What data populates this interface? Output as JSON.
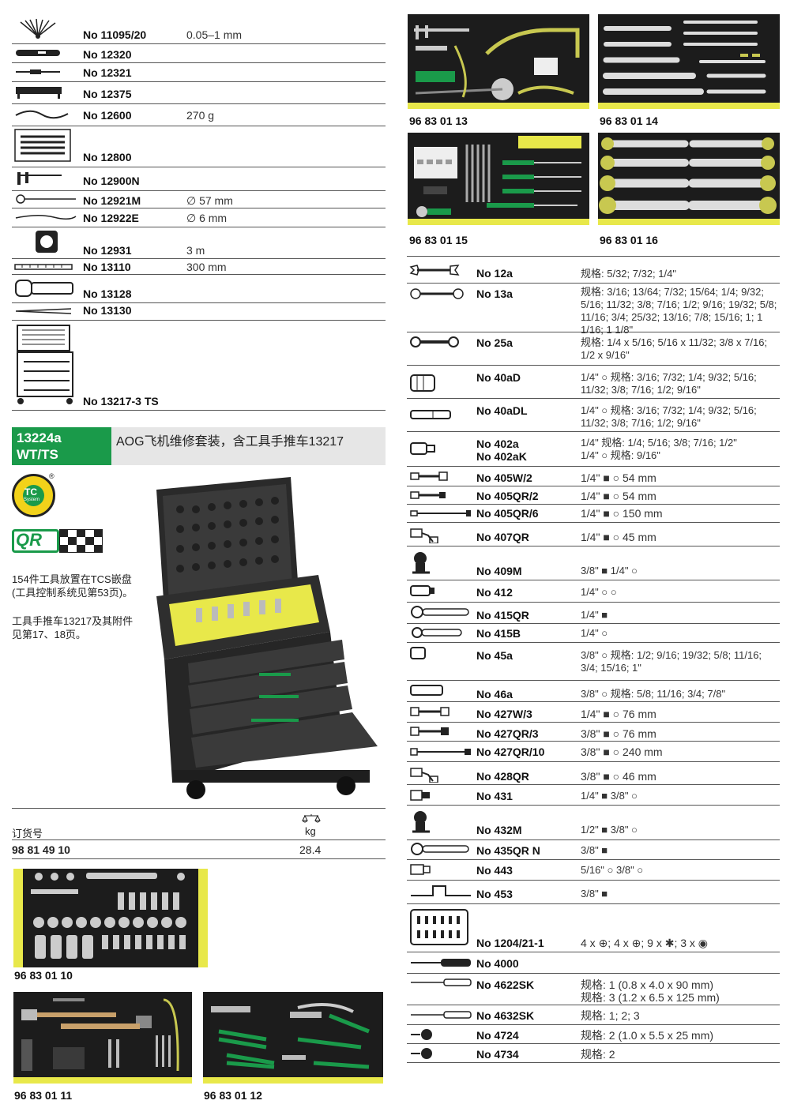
{
  "left_list": [
    {
      "no": "No 11095/20",
      "val": "0.05–1 mm"
    },
    {
      "no": "No 12320",
      "val": ""
    },
    {
      "no": "No 12321",
      "val": ""
    },
    {
      "no": "No 12375",
      "val": ""
    },
    {
      "no": "No 12600",
      "val": "270 g"
    },
    {
      "no": "No 12800",
      "val": ""
    },
    {
      "no": "No 12900N",
      "val": ""
    },
    {
      "no": "No 12921M",
      "val": "∅ 57 mm"
    },
    {
      "no": "No 12922E",
      "val": "∅ 6 mm"
    },
    {
      "no": "No 12931",
      "val": "3 m"
    },
    {
      "no": "No 13110",
      "val": "300 mm"
    },
    {
      "no": "No 13128",
      "val": ""
    },
    {
      "no": "No 13130",
      "val": ""
    },
    {
      "no": "No 13217-3 TS",
      "val": ""
    }
  ],
  "product": {
    "code": "13224a\nWT/TS",
    "code_line1": "13224a",
    "code_line2": "WT/TS",
    "title": "AOG飞机维修套装，含工具手推车13217",
    "desc1": "154件工具放置在TCS嵌盘(工具控制系统见第53页)。",
    "desc2": "工具手推车13217及其附件见第17、18页。",
    "tc_logo_text": "TC",
    "tc_logo_sub": "System",
    "qr_logo_text": "QR",
    "order_label": "订货号",
    "weight_unit": "kg",
    "order_no": "98 81 49 10",
    "weight": "28.4"
  },
  "insert_captions": {
    "c10": "96 83 01 10",
    "c11": "96 83 01 11",
    "c12": "96 83 01 12",
    "c13": "96 83 01 13",
    "c14": "96 83 01 14",
    "c15": "96 83 01 15",
    "c16": "96 83 01 16"
  },
  "right_list": [
    {
      "no": "No 12a",
      "spec": "规格: 5/32; 7/32; 1/4\""
    },
    {
      "no": "No 13a",
      "spec": "规格: 3/16; 13/64; 7/32; 15/64; 1/4; 9/32; 5/16; 11/32; 3/8; 7/16; 1/2; 9/16; 19/32; 5/8; 11/16; 3/4; 25/32; 13/16; 7/8; 15/16; 1; 1 1/16; 1 1/8\""
    },
    {
      "no": "No 25a",
      "spec": "规格: 1/4 x 5/16; 5/16 x 11/32; 3/8 x 7/16; 1/2 x 9/16\""
    },
    {
      "no": "No 40aD",
      "spec": "1/4\" ○ 规格: 3/16; 7/32; 1/4; 9/32; 5/16; 11/32; 3/8; 7/16; 1/2; 9/16\""
    },
    {
      "no": "No 40aDL",
      "spec": "1/4\" ○ 规格: 3/16; 7/32; 1/4; 9/32; 5/16; 11/32; 3/8; 7/16; 1/2; 9/16\""
    },
    {
      "no": "No 402a",
      "no2": "No 402aK",
      "spec": "1/4\" 规格: 1/4; 5/16; 3/8; 7/16; 1/2\"",
      "spec2": "1/4\" ○ 规格: 9/16\""
    },
    {
      "no": "No 405W/2",
      "spec": "1/4\" ■ ○ 54 mm"
    },
    {
      "no": "No 405QR/2",
      "spec": "1/4\" ■ ○ 54 mm"
    },
    {
      "no": "No 405QR/6",
      "spec": "1/4\" ■ ○ 150 mm"
    },
    {
      "no": "No 407QR",
      "spec": "1/4\" ■ ○ 45 mm"
    },
    {
      "no": "No 409M",
      "spec": "3/8\" ■ 1/4\" ○"
    },
    {
      "no": "No 412",
      "spec": "1/4\" ○ ○"
    },
    {
      "no": "No 415QR",
      "spec": "1/4\" ■"
    },
    {
      "no": "No 415B",
      "spec": "1/4\" ○"
    },
    {
      "no": "No 45a",
      "spec": "3/8\" ○ 规格: 1/2; 9/16; 19/32; 5/8; 11/16; 3/4; 15/16; 1\""
    },
    {
      "no": "No 46a",
      "spec": "3/8\" ○ 规格: 5/8; 11/16; 3/4; 7/8\""
    },
    {
      "no": "No 427W/3",
      "spec": "1/4\" ■ ○ 76 mm"
    },
    {
      "no": "No 427QR/3",
      "spec": "3/8\" ■ ○ 76 mm"
    },
    {
      "no": "No 427QR/10",
      "spec": "3/8\" ■ ○ 240 mm"
    },
    {
      "no": "No 428QR",
      "spec": "3/8\" ■ ○ 46 mm"
    },
    {
      "no": "No 431",
      "spec": "1/4\" ■ 3/8\" ○"
    },
    {
      "no": "No 432M",
      "spec": "1/2\" ■ 3/8\" ○"
    },
    {
      "no": "No 435QR N",
      "spec": "3/8\" ■"
    },
    {
      "no": "No 443",
      "spec": "5/16\" ○ 3/8\" ○"
    },
    {
      "no": "No 453",
      "spec": "3/8\" ■"
    },
    {
      "no": "No 1204/21-1",
      "spec": "4 x ⊕; 4 x ⊕; 9 x ✱; 3 x ◉"
    },
    {
      "no": "No 4000",
      "spec": ""
    },
    {
      "no": "No 4622SK",
      "spec": "规格: 1 (0.8 x 4.0 x 90 mm)",
      "spec2": "规格: 3 (1.2 x 6.5 x 125 mm)"
    },
    {
      "no": "No 4632SK",
      "spec": "规格: 1; 2; 3"
    },
    {
      "no": "No 4724",
      "spec": "规格: 2 (1.0 x 5.5 x 25 mm)"
    },
    {
      "no": "No 4734",
      "spec": "规格: 2"
    }
  ],
  "colors": {
    "brand_green": "#1a9a4a",
    "foam_yellow": "#e8e84a",
    "header_gray": "#e6e6e6"
  }
}
